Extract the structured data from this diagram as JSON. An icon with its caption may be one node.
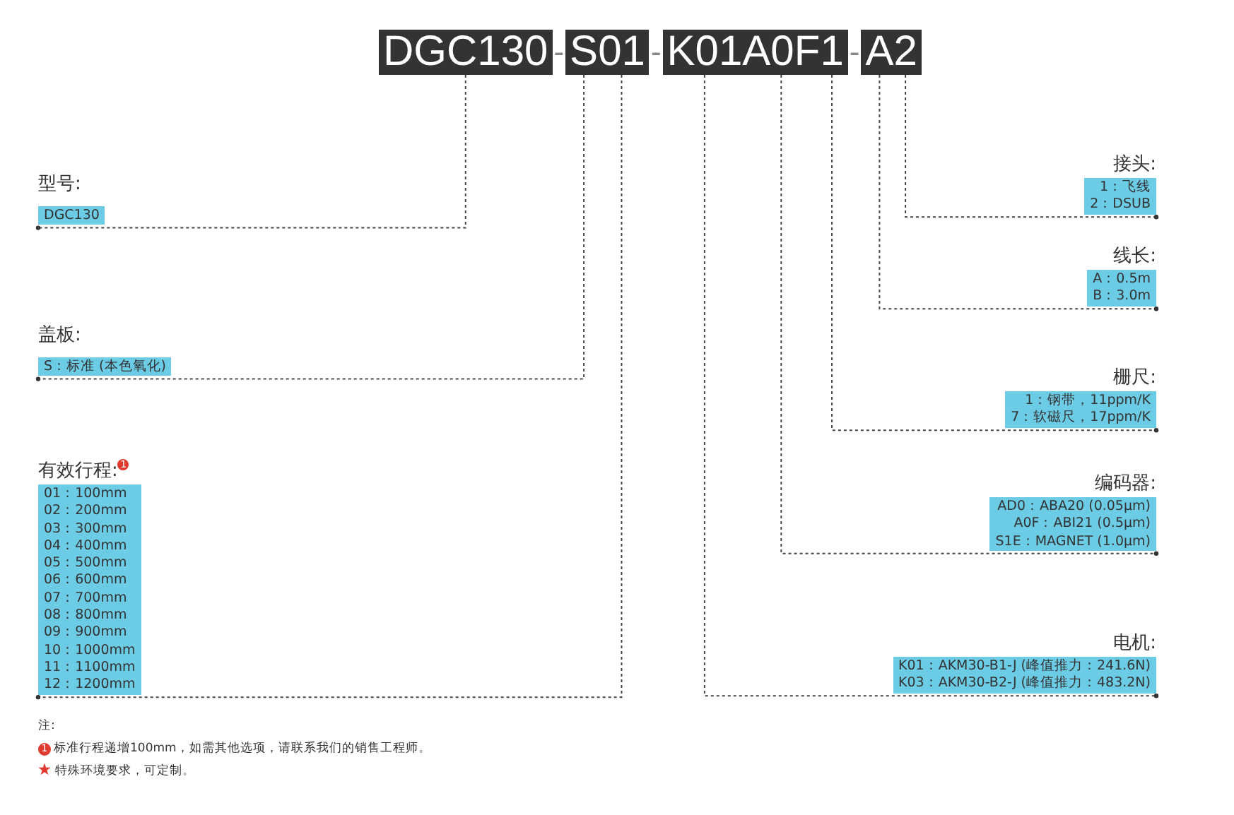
{
  "diagram": {
    "nodes": [
      {
        "text": [
          "DGC130"
        ]
      },
      {
        "text": [
          "S"
        ]
      },
      {
        "text": [
          "01"
        ]
      },
      {
        "text": [
          "K01"
        ]
      },
      {
        "text": [
          "A0F"
        ]
      },
      {
        "text": [
          "1"
        ]
      },
      {
        "text": [
          "A"
        ]
      },
      {
        "text": [
          "2"
        ]
      },
      {
        "text": [
          "型号:",
          "DGC130"
        ]
      },
      {
        "text": [
          "盖板:",
          "S：标准 (本色氧化)"
        ]
      },
      {
        "text": [
          "有效行程:$^{1}$",
          "01：100mm",
          "02：200mm",
          "03：300mm",
          "04：400mm",
          "05：500mm",
          "06：600mm",
          "07：700mm",
          "08：800mm",
          "09：900mm",
          "10：1000mm",
          "11：1100mm",
          "12：1200mm"
        ]
      },
      {
        "text": [
          "接头:",
          "1：飞线",
          "2：DSUB"
        ]
      },
      {
        "text": [
          "线长:",
          "A：0.5m",
          "B：3.0m"
        ]
      },
      {
        "text": [
          "栅尺:",
          "1：钢带，11ppm/K",
          "7：软磁尺，17ppm/K"
        ]
      },
      {
        "text": [
          "编码器:",
          "AD0：ABA20 (0.05μm)",
          "A0F：ABI21 (0.5μm)",
          "S1E：MAGNET (1.0μm)"
        ]
      },
      {
        "text": [
          "电机:",
          "K01：AKM30-B1-J (峰值推力：241.6N)",
          "K03：AKM30-B2-J (峰值推力：483.2N)"
        ]
      }
    ],
    "edges": [
      {
        "from": 0,
        "to": 8,
        "arrow": "other",
        "style": "dashed"
      },
      {
        "from": 1,
        "to": 9,
        "arrow": "other",
        "style": "dashed"
      },
      {
        "from": 2,
        "to": 10,
        "arrow": "other",
        "style": "dashed"
      },
      {
        "from": 3,
        "to": 15,
        "arrow": "other",
        "style": "dashed"
      },
      {
        "from": 4,
        "to": 14,
        "arrow": "other",
        "style": "dashed"
      },
      {
        "from": 5,
        "to": 13,
        "arrow": "other",
        "style": "dashed"
      },
      {
        "from": 6,
        "to": 12,
        "arrow": "other",
        "style": "dashed"
      },
      {
        "from": 7,
        "to": 11,
        "arrow": "other",
        "style": "dashed"
      }
    ],
    "labels": [
      "-",
      "-",
      "-",
      "注:",
      "1",
      "标准行程递增100mm，如需其他选项，请联系我们的销售工程师。",
      "特殊环境要求，可定制。"
    ]
  }
}
